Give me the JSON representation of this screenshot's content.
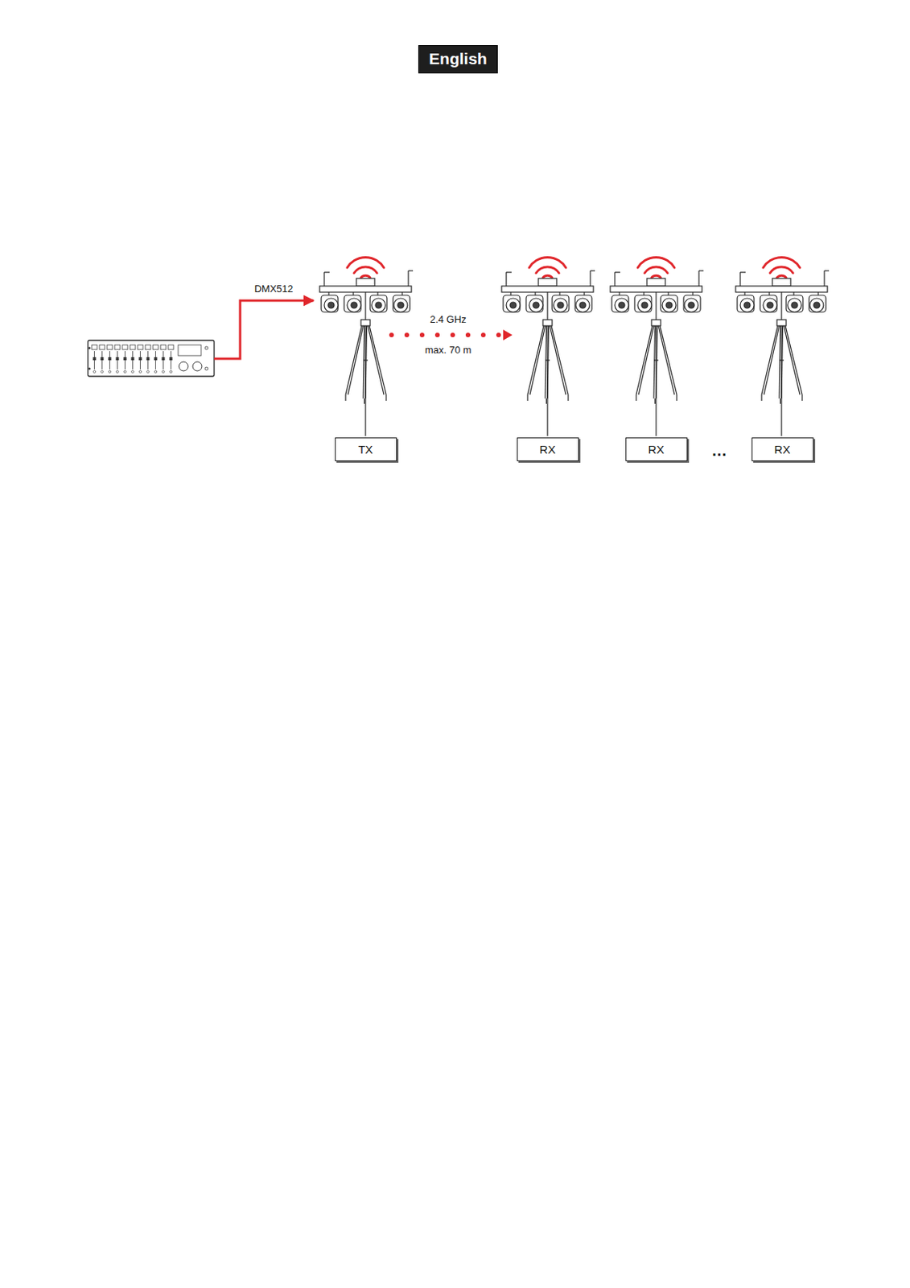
{
  "diagram": {
    "nodes": [
      {
        "text": [
          "English"
        ]
      },
      {
        "text": [
          "TX"
        ]
      },
      {
        "text": [
          "RX"
        ]
      },
      {
        "text": [
          "RX"
        ]
      },
      {
        "text": [
          "RX"
        ]
      }
    ],
    "labels": [
      "DMX512",
      "2.4 GHz",
      "max. 70 m",
      "..."
    ]
  }
}
